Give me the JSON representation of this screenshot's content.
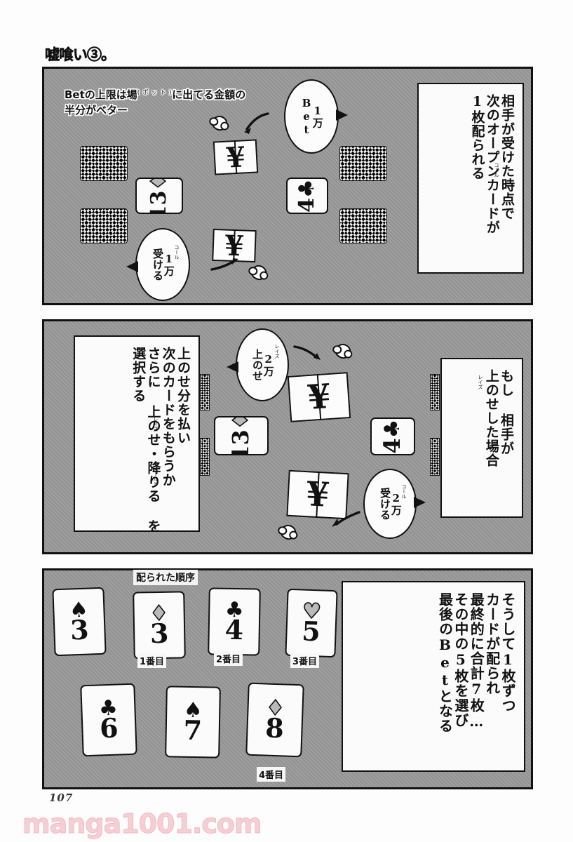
{
  "page": {
    "series_title": "嘘喰い",
    "volume_mark": "③",
    "title_suffix": "。",
    "page_number": "107",
    "watermark": "manga1001.com"
  },
  "panel1": {
    "caption": {
      "line1_pre": "Betの上限は場",
      "line1_ruby": "( ポ ッ ト )",
      "line1_post": "に出てる金額の",
      "line2": "半分がベター"
    },
    "narration": {
      "col1": "相手が受けた時点で",
      "col2": "次のオープンカードが",
      "col3": "1枚配られる",
      "ruby_col1": "コール"
    },
    "bubble_bet": {
      "col_amount": "1万",
      "col_action": "Bet"
    },
    "bubble_call": {
      "col_amount": "1万",
      "col_action": "受ける",
      "ruby": "コール"
    },
    "card_left": {
      "rank": "13",
      "suit": "♦",
      "suit_name": "diamond"
    },
    "card_right": {
      "rank": "4",
      "suit": "♣",
      "suit_name": "club"
    },
    "bill_top": {
      "symbol": "¥"
    },
    "bill_bottom": {
      "symbol": "¥"
    }
  },
  "panel2": {
    "narration_left": {
      "col1": "上のせ分を払い",
      "col2": "次のカードをもらうか",
      "col3": "さらに 上のせ・降りる を",
      "col4": "選択する",
      "ruby_raise": "レイズ",
      "ruby_fold": "フォールド"
    },
    "narration_right": {
      "col1": "もし 相手が",
      "col2": "上のせした場合",
      "ruby": "レイズ"
    },
    "bubble_raise": {
      "col_amount": "2万",
      "col_action": "上のせ",
      "ruby": "レイズ"
    },
    "bubble_call": {
      "col_amount": "2万",
      "col_action": "受ける",
      "ruby": "コール"
    },
    "card_left": {
      "rank": "13",
      "suit": "♦",
      "suit_name": "diamond"
    },
    "card_right": {
      "rank": "4",
      "suit": "♣",
      "suit_name": "club"
    },
    "bill_top": {
      "symbol": "¥"
    },
    "bill_bottom": {
      "symbol": "¥"
    }
  },
  "panel3": {
    "heading": "配られた順序",
    "narration": {
      "col1": "そうして1枚ずつ",
      "col2": "カードが配られ",
      "col3": "最終的に合計7枚…",
      "col4": "その中の5枚を選び",
      "col5": "最後のBetとなる"
    },
    "row1": [
      {
        "suit": "♠",
        "suit_name": "spade",
        "color": "black",
        "rank": "3",
        "order_label": ""
      },
      {
        "suit": "♦",
        "suit_name": "diamond",
        "color": "grey",
        "rank": "3",
        "order_label": "1番目"
      },
      {
        "suit": "♣",
        "suit_name": "club",
        "color": "black",
        "rank": "4",
        "order_label": "2番目"
      },
      {
        "suit": "♥",
        "suit_name": "heart",
        "color": "grey",
        "rank": "5",
        "order_label": "3番目"
      }
    ],
    "row2": [
      {
        "suit": "♣",
        "suit_name": "club",
        "color": "black",
        "rank": "6",
        "order_label": ""
      },
      {
        "suit": "♠",
        "suit_name": "spade",
        "color": "black",
        "rank": "7",
        "order_label": ""
      },
      {
        "suit": "♦",
        "suit_name": "diamond",
        "color": "grey",
        "rank": "8",
        "order_label": "4番目"
      }
    ]
  },
  "colors": {
    "panel_fill": "#9a9a9a",
    "ink": "#111111",
    "paper": "#fbfbfb",
    "watermark": "#f6cfd4"
  }
}
